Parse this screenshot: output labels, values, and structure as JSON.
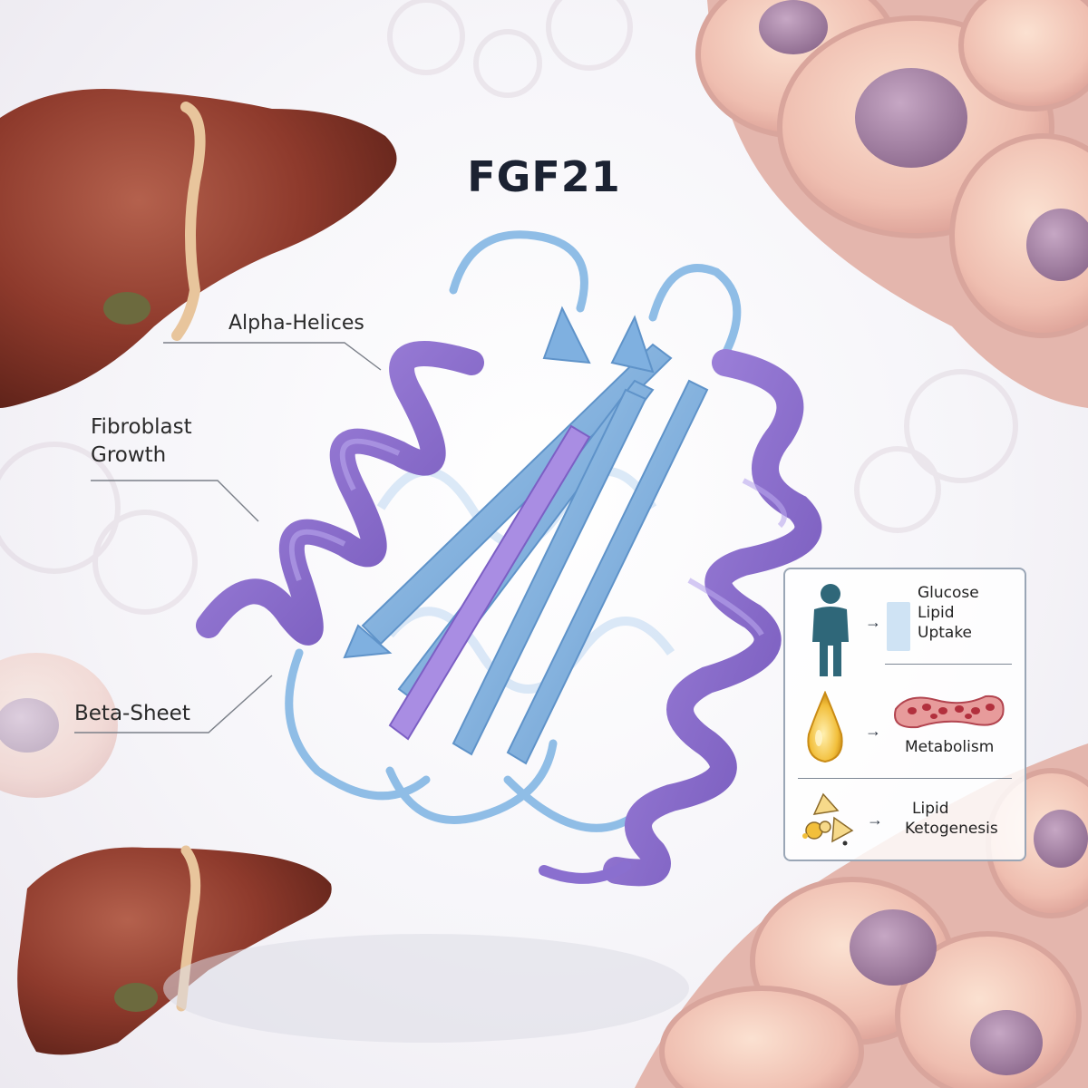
{
  "title": "FGF21",
  "labels": {
    "alpha_helices": "Alpha-Helices",
    "fibroblast_line1": "Fibroblast",
    "fibroblast_line2": "Growth",
    "beta_sheet": "Beta-Sheet"
  },
  "panel": {
    "row1": {
      "icon": "person-icon",
      "lines": [
        "Glucose",
        "Lipid",
        "Uptake"
      ]
    },
    "row2": {
      "icon": "oil-drop-icon",
      "text": "Metabolism"
    },
    "row3": {
      "icon": "lipid-crystals-icon",
      "lines": [
        "Lipid",
        "Ketogenesis"
      ]
    },
    "arrow_glyph": "→"
  },
  "colors": {
    "title": "#1b2232",
    "helix_purple": "#8a6fcf",
    "strand_blue": "#7fb0e0",
    "liver": "#8e3a2c",
    "cells": "#e8b9b0",
    "nucleus": "#a27fa0",
    "panel_border": "#9aa6b6",
    "person_icon": "#2f6779"
  }
}
